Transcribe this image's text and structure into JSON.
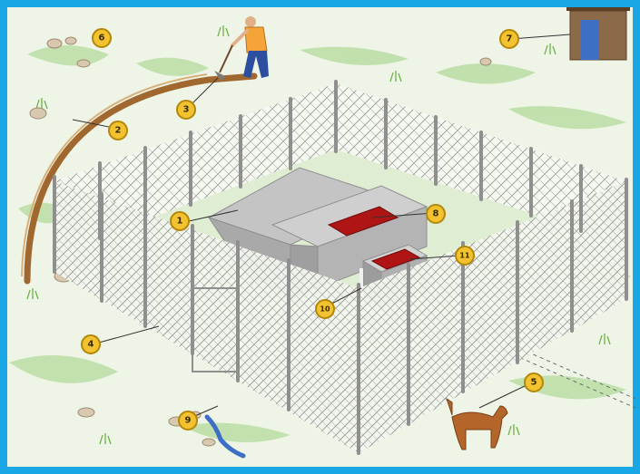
{
  "illustration": {
    "frame_color": "#1aa7e6",
    "colors": {
      "grass": "#d8ecc8",
      "grass_dark": "#7fbf5a",
      "concrete": "#b9b9b9",
      "concrete_dark": "#8f8f8f",
      "lid": "#b01515",
      "marker_fill": "#f2c230",
      "marker_stroke": "#b3870a",
      "fence_post": "#9a9a9a",
      "ditch": "#a0682e",
      "shed": "#7a5a3a",
      "dog": "#b4652a"
    },
    "markers": [
      {
        "id": "marker-1",
        "label": "1"
      },
      {
        "id": "marker-2",
        "label": "2"
      },
      {
        "id": "marker-3",
        "label": "3"
      },
      {
        "id": "marker-4",
        "label": "4"
      },
      {
        "id": "marker-5",
        "label": "5"
      },
      {
        "id": "marker-6",
        "label": "6"
      },
      {
        "id": "marker-7",
        "label": "7"
      },
      {
        "id": "marker-8",
        "label": "8"
      },
      {
        "id": "marker-9",
        "label": "9"
      },
      {
        "id": "marker-10",
        "label": "10"
      },
      {
        "id": "marker-11",
        "label": "11"
      }
    ]
  }
}
